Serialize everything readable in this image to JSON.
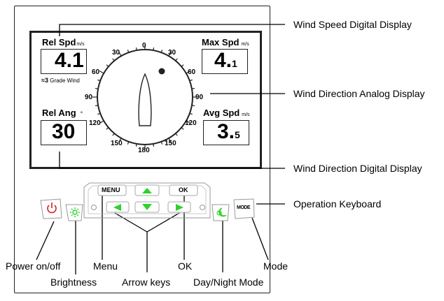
{
  "display": {
    "rel_spd": {
      "label": "Rel Spd",
      "unit": "m/s",
      "value_main": "4.1",
      "value_sub": ""
    },
    "grade": {
      "symbol": "≈3",
      "text": "Grade Wind"
    },
    "max_spd": {
      "label": "Max Spd",
      "unit": "m/s",
      "value_main": "4.",
      "value_sub": "1"
    },
    "rel_ang": {
      "label": "Rel Ang",
      "unit": "°",
      "value": "30"
    },
    "avg_spd": {
      "label": "Avg Spd",
      "unit": "m/s",
      "value_main": "3.",
      "value_sub": "5"
    },
    "dial_ticks": {
      "t0": "0",
      "t30l": "30",
      "t30r": "30",
      "t60l": "60",
      "t60r": "60",
      "t90l": "90",
      "t90r": "90",
      "t120l": "120",
      "t120r": "120",
      "t150l": "150",
      "t150r": "150",
      "t180": "180"
    }
  },
  "keyboard": {
    "menu": "MENU",
    "ok": "OK",
    "mode": "MODE"
  },
  "callouts": {
    "wind_speed_digital": "Wind Speed Digital Display",
    "wind_direction_analog": "Wind Direction Analog Display",
    "wind_direction_digital": "Wind Direction Digital Display",
    "operation_keyboard": "Operation Keyboard",
    "power": "Power on/off",
    "brightness": "Brightness",
    "menu": "Menu",
    "arrow_keys": "Arrow keys",
    "ok": "OK",
    "day_night": "Day/Night Mode",
    "mode": "Mode"
  },
  "colors": {
    "power_icon": "#d32020",
    "key_green": "#2bd32b",
    "line": "#000000"
  }
}
